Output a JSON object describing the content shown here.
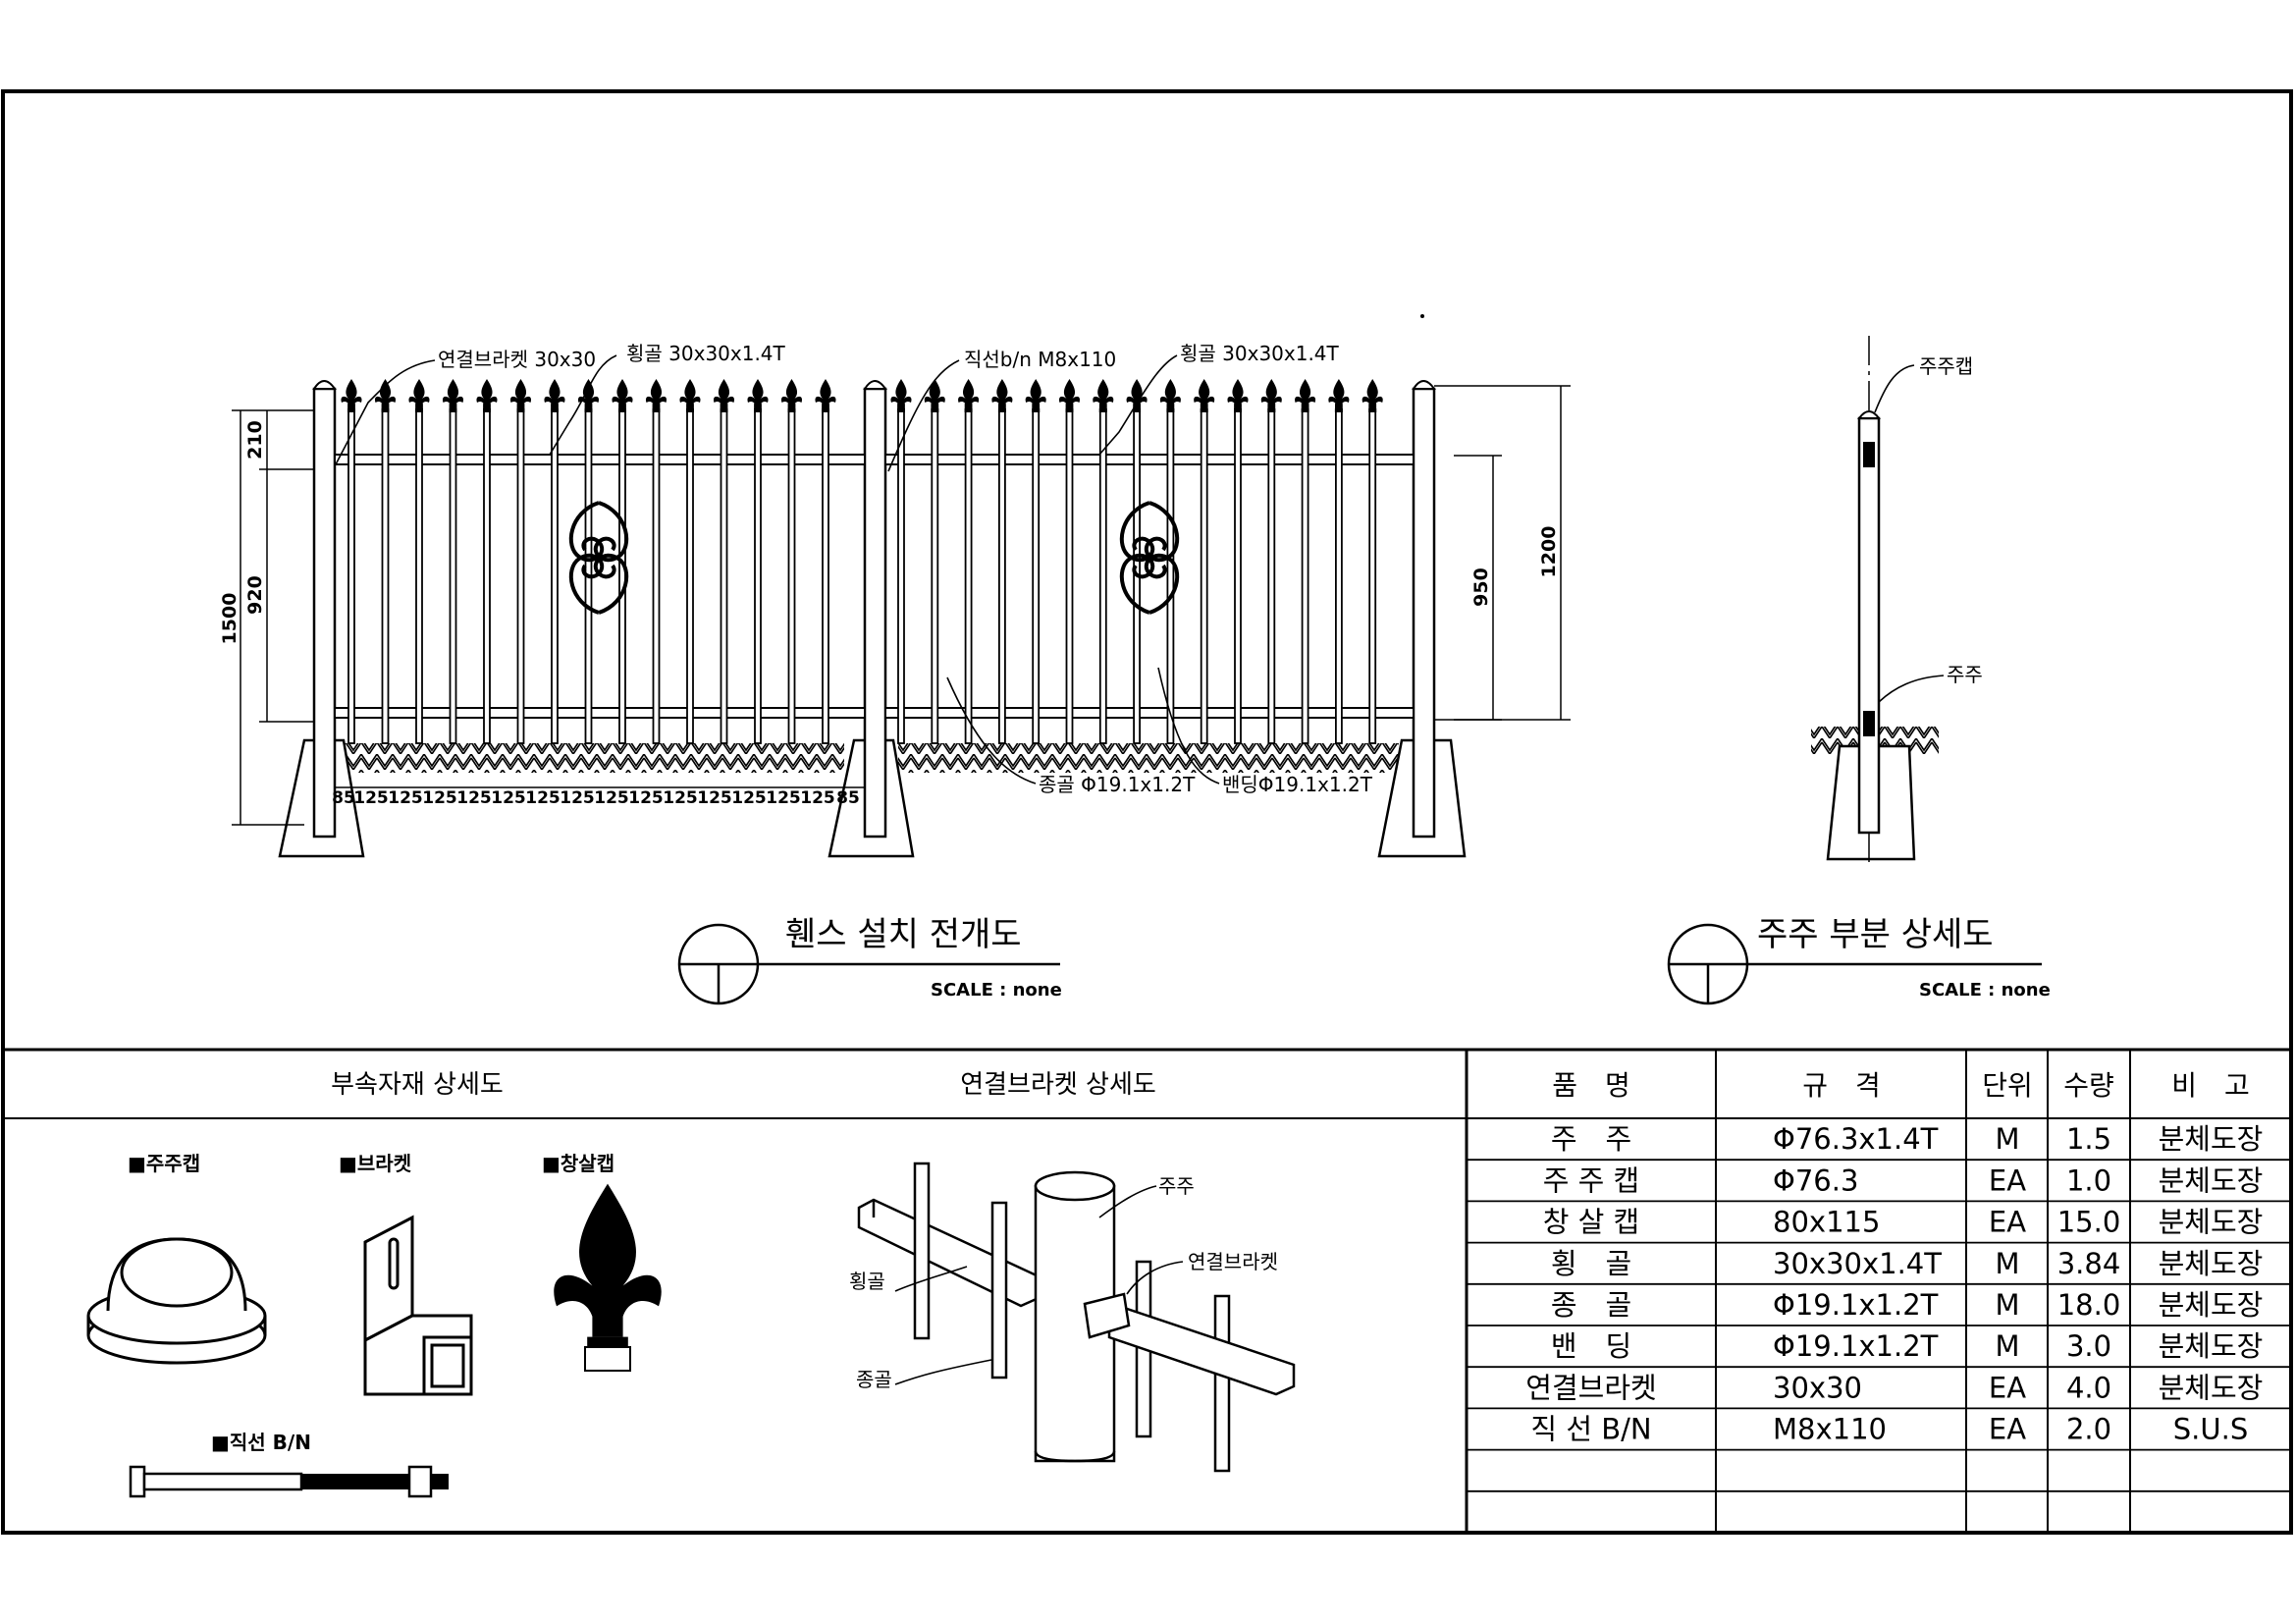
{
  "elevation": {
    "title": "휀스 설치 전개도",
    "scale": "SCALE : none",
    "callouts": {
      "bracket": "연결브라켓 30x30",
      "rail_left": "횡골 30x30x1.4T",
      "bolt": "직선b/n M8x110",
      "rail_right": "횡골 30x30x1.4T",
      "picket": "종골 Φ19.1x1.2T",
      "bending": "밴딩Φ19.1x1.2T"
    },
    "dims": {
      "total_height": "1500",
      "top": "210",
      "middle": "920",
      "right_inner": "950",
      "right_outer": "1200"
    },
    "spacing": [
      "85",
      "125",
      "125",
      "125",
      "125",
      "125",
      "125",
      "125",
      "125",
      "125",
      "125",
      "125",
      "125",
      "125",
      "125",
      "85"
    ]
  },
  "post_detail": {
    "title": "주주 부분 상세도",
    "scale": "SCALE : none",
    "labels": {
      "cap": "주주캡",
      "post": "주주"
    }
  },
  "parts_detail": {
    "header": "부속자재 상세도",
    "items": {
      "cap": "■주주캡",
      "bracket": "■브라켓",
      "finial": "■창살캡",
      "bolt": "■직선 B/N"
    }
  },
  "bracket_detail": {
    "header": "연결브라켓 상세도",
    "labels": {
      "post": "주주",
      "bracket": "연결브라켓",
      "rail": "횡골",
      "picket": "종골"
    }
  },
  "bom": {
    "headers": [
      "품　명",
      "규　격",
      "단위",
      "수량",
      "비　고"
    ],
    "rows": [
      [
        "주　주",
        "Φ76.3x1.4T",
        "M",
        "1.5",
        "분체도장"
      ],
      [
        "주 주 캡",
        "Φ76.3",
        "EA",
        "1.0",
        "분체도장"
      ],
      [
        "창 살 캡",
        "80x115",
        "EA",
        "15.0",
        "분체도장"
      ],
      [
        "횡　골",
        "30x30x1.4T",
        "M",
        "3.84",
        "분체도장"
      ],
      [
        "종　골",
        "Φ19.1x1.2T",
        "M",
        "18.0",
        "분체도장"
      ],
      [
        "밴　딩",
        "Φ19.1x1.2T",
        "M",
        "3.0",
        "분체도장"
      ],
      [
        "연결브라켓",
        "30x30",
        "EA",
        "4.0",
        "분체도장"
      ],
      [
        "직 선 B/N",
        "M8x110",
        "EA",
        "2.0",
        "S.U.S"
      ],
      [
        "",
        "",
        "",
        "",
        ""
      ],
      [
        "",
        "",
        "",
        "",
        ""
      ]
    ]
  }
}
